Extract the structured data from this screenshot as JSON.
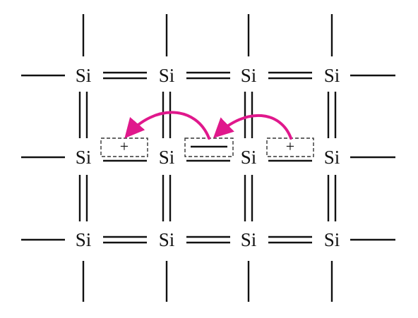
{
  "lattice": {
    "atom_label": "Si",
    "rows": 3,
    "cols": 4
  },
  "vacancies": [
    {
      "label": "+"
    },
    {
      "label": ""
    },
    {
      "label": "+"
    }
  ],
  "colors": {
    "ink": "#111111",
    "arrow": "#e0188c",
    "box": "#333333"
  }
}
